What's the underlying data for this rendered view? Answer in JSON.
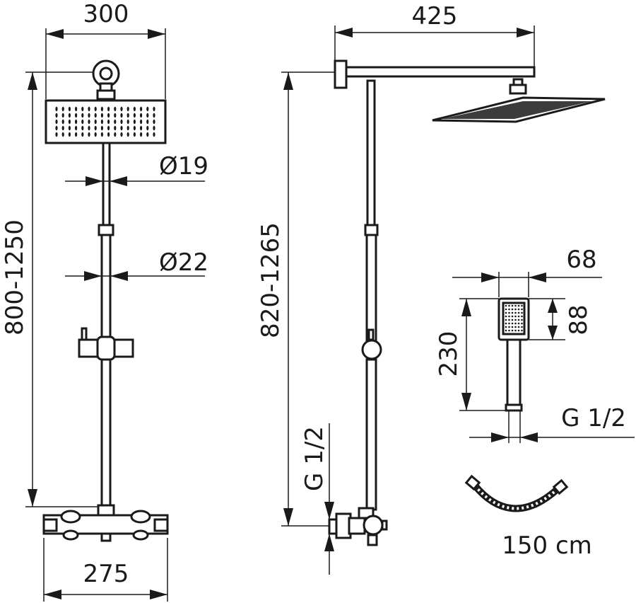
{
  "dimensions": {
    "front_width_top": "300",
    "front_height": "800-1250",
    "pipe_upper_diameter": "Ø19",
    "pipe_lower_diameter": "Ø22",
    "front_width_bottom": "275",
    "side_arm_length": "425",
    "side_height": "820-1265",
    "side_connection": "G 1/2",
    "hand_width": "68",
    "hand_head_height": "88",
    "hand_total_length": "230",
    "hand_connection": "G 1/2",
    "hose_length": "150 cm"
  },
  "colors": {
    "line": "#1a1a1a",
    "background": "#ffffff"
  }
}
